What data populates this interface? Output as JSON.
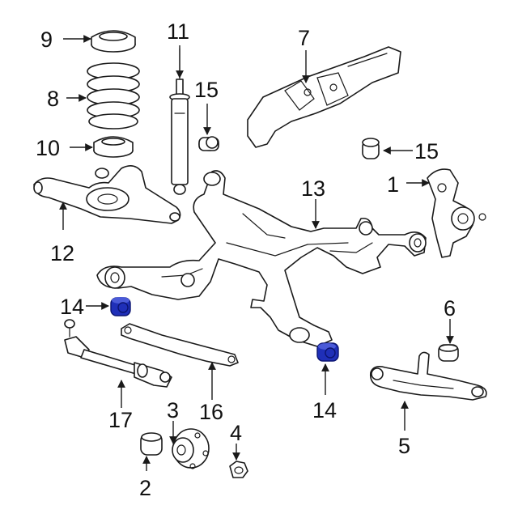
{
  "diagram": {
    "highlight_color": "#1f2fb8",
    "callouts": {
      "c1": "1",
      "c2": "2",
      "c3": "3",
      "c4": "4",
      "c5": "5",
      "c6": "6",
      "c7": "7",
      "c8": "8",
      "c9": "9",
      "c10": "10",
      "c11": "11",
      "c12": "12",
      "c13": "13",
      "c14a": "14",
      "c14b": "14",
      "c15a": "15",
      "c15b": "15",
      "c16": "16",
      "c17": "17"
    }
  }
}
